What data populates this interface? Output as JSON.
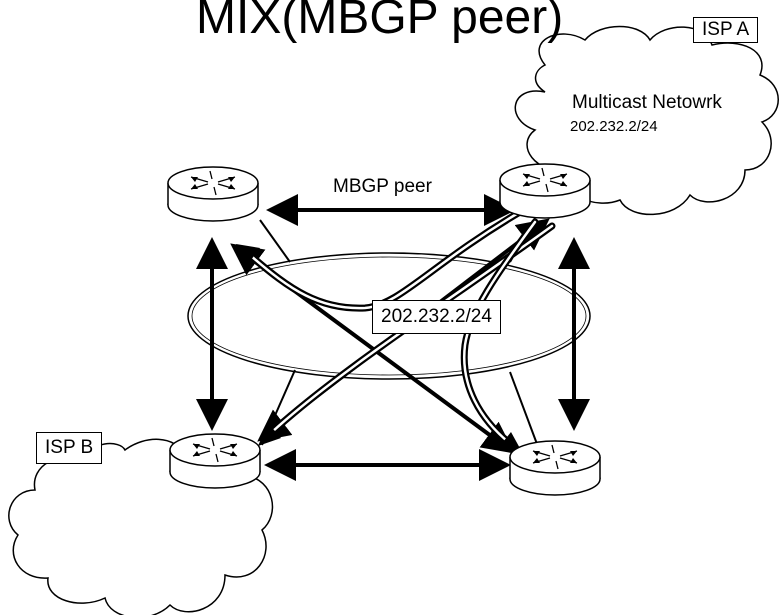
{
  "title": "MIX(MBGP peer)",
  "isp_a": {
    "label": "ISP A",
    "network_name": "Multicast Netowrk",
    "network_prefix": "202.232.2/24"
  },
  "isp_b": {
    "label": "ISP B"
  },
  "peer_label": "MBGP peer",
  "exchange_prefix_label": "202.232.2/24",
  "routers": [
    {
      "name": "router-top-left"
    },
    {
      "name": "router-top-right"
    },
    {
      "name": "router-bottom-left"
    },
    {
      "name": "router-bottom-right"
    }
  ],
  "icons": {
    "router": "router-icon",
    "cloud": "cloud-icon"
  }
}
